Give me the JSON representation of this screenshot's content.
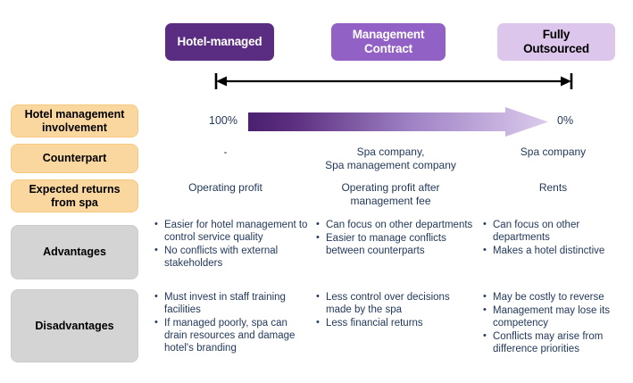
{
  "models": [
    {
      "label": "Hotel-managed",
      "color": "#5a2d82",
      "text_color": "#ffffff"
    },
    {
      "label": "Management\nContract",
      "line1": "Management",
      "line2": "Contract",
      "color": "#9261c6",
      "text_color": "#ffffff"
    },
    {
      "label": "Fully\nOutsourced",
      "line1": "Fully",
      "line2": "Outsourced",
      "color": "#dcc6ec",
      "text_color": "#000000"
    }
  ],
  "spectrum": {
    "icon": "double-headed-arrow-icon"
  },
  "rows": {
    "involvement": {
      "label_line1": "Hotel management",
      "label_line2": "involvement",
      "chip_color": "#fbd7a0",
      "left_value": "100%",
      "right_value": "0%",
      "gradient_from": "#4b2070",
      "gradient_to": "#d9c8ea",
      "icon": "gradient-arrow-icon"
    },
    "counterpart": {
      "label": "Counterpart",
      "chip_color": "#fbd7a0",
      "values": [
        {
          "line1": "-",
          "line2": ""
        },
        {
          "line1": "Spa company,",
          "line2": "Spa management company"
        },
        {
          "line1": "Spa company",
          "line2": ""
        }
      ]
    },
    "expected_returns": {
      "label_line1": "Expected returns",
      "label_line2": "from spa",
      "chip_color": "#fbd7a0",
      "values": [
        {
          "line1": "Operating profit",
          "line2": ""
        },
        {
          "line1": "Operating profit after",
          "line2": "management fee"
        },
        {
          "line1": "Rents",
          "line2": ""
        }
      ]
    },
    "advantages": {
      "label": "Advantages",
      "chip_color": "#d4d4d4",
      "columns": [
        [
          "Easier for hotel management to control service quality",
          "No conflicts with external stakeholders"
        ],
        [
          "Can focus on other departments",
          "Easier to manage conflicts between counterparts"
        ],
        [
          "Can focus on other departments",
          "Makes a hotel distinctive"
        ]
      ]
    },
    "disadvantages": {
      "label": "Disadvantages",
      "chip_color": "#d4d4d4",
      "columns": [
        [
          "Must invest in staff training facilities",
          "If managed poorly, spa can drain resources and damage hotel's branding"
        ],
        [
          "Less control over decisions made by the spa",
          "Less financial returns"
        ],
        [
          "May be costly to reverse",
          "Management may lose its competency",
          "Conflicts may arise from difference priorities"
        ]
      ]
    }
  }
}
